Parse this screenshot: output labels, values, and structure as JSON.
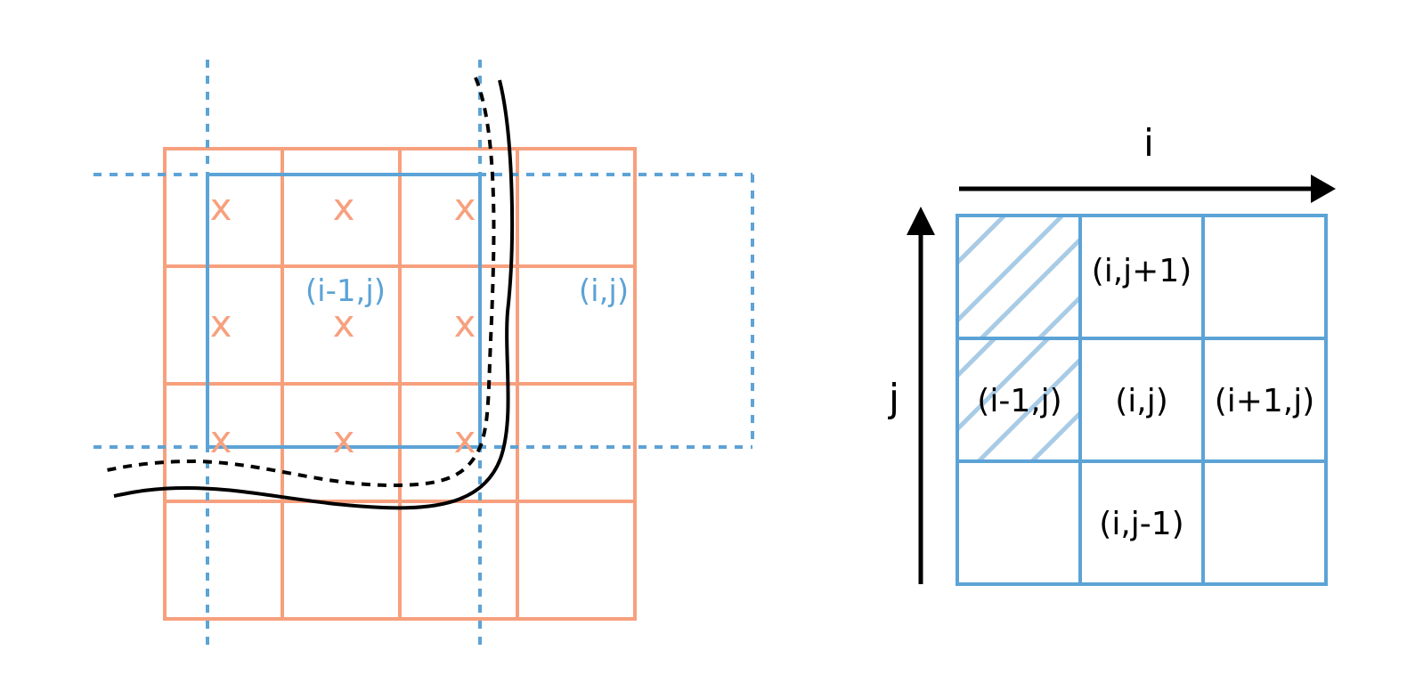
{
  "colors": {
    "orange": "#F7A07E",
    "blue": "#5CA3D6",
    "hatch": "#A8CBE6",
    "black": "#000000"
  },
  "left_diagram": {
    "marker": "x",
    "label_i_minus_1_j": "(i-1,j)",
    "label_i_j": "(i,j)"
  },
  "right_diagram": {
    "axis_i": "i",
    "axis_j": "j",
    "cells": {
      "i_jplus1": "(i,j+1)",
      "iminus1_j": "(i-1,j)",
      "i_j": "(i,j)",
      "iplus1_j": "(i+1,j)",
      "i_jminus1": "(i,j-1)"
    }
  }
}
